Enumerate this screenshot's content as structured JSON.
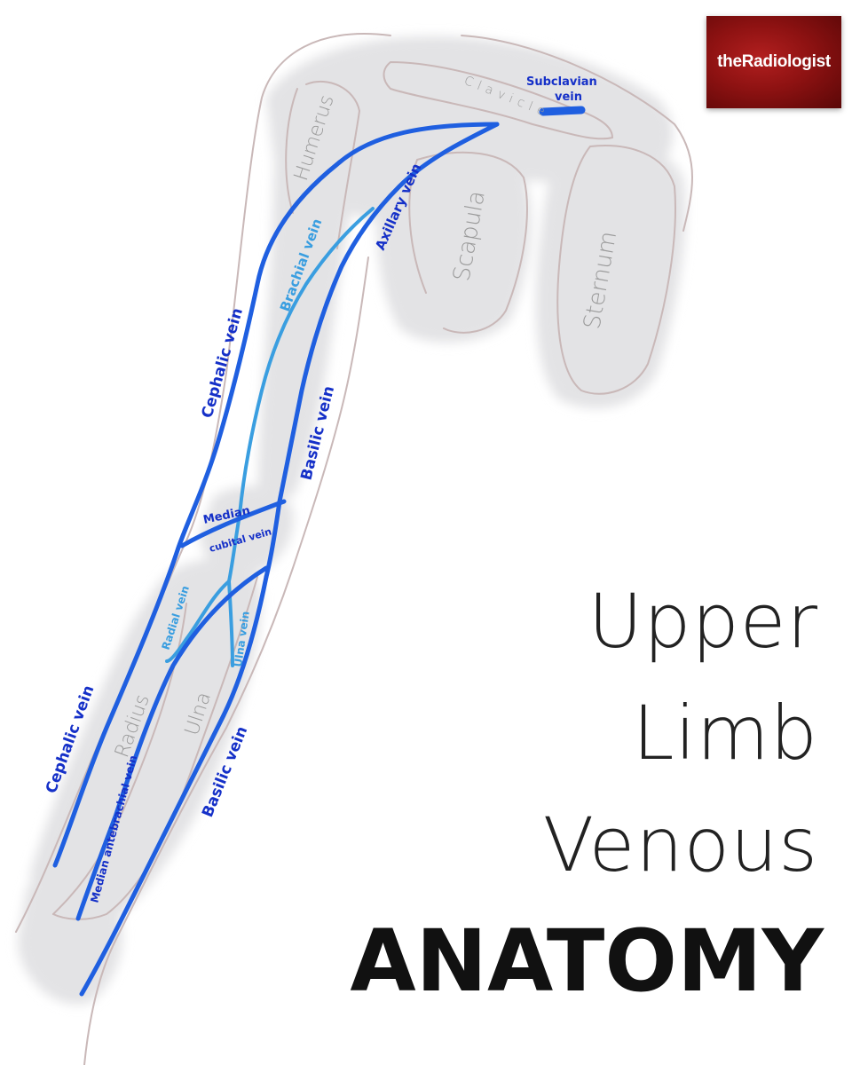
{
  "logo": {
    "text": "theRadiologist"
  },
  "title": {
    "line1": "Upper",
    "line2": "Limb",
    "line3": "Venous",
    "line4": "ANATOMY"
  },
  "bones": {
    "humerus": "Humerus",
    "clavicle": "Clavicle",
    "scapula": "Scapula",
    "sternum": "Sternum",
    "radius": "Radius",
    "ulna": "Ulna"
  },
  "veins": {
    "subclavian_1": "Subclavian",
    "subclavian_2": "vein",
    "axillary": "Axillary vein",
    "brachial": "Brachial vein",
    "cephalic_upper": "Cephalic vein",
    "basilic_upper": "Basilic vein",
    "median_cubital_1": "Median",
    "median_cubital_2": "cubital vein",
    "radial": "Radial vein",
    "ulna": "Ulna vein",
    "cephalic_lower": "Cephalic vein",
    "median_antebrachial": "Median antebrachial vein",
    "basilic_lower": "Basilic vein"
  },
  "colors": {
    "vein_dark": "#1f5fe0",
    "vein_light": "#3a9ee0",
    "label_dark": "#1530c8",
    "bone_shade": "#e2e2e4",
    "outline": "#c9b8b8",
    "logo_bg": "#8e1212"
  }
}
